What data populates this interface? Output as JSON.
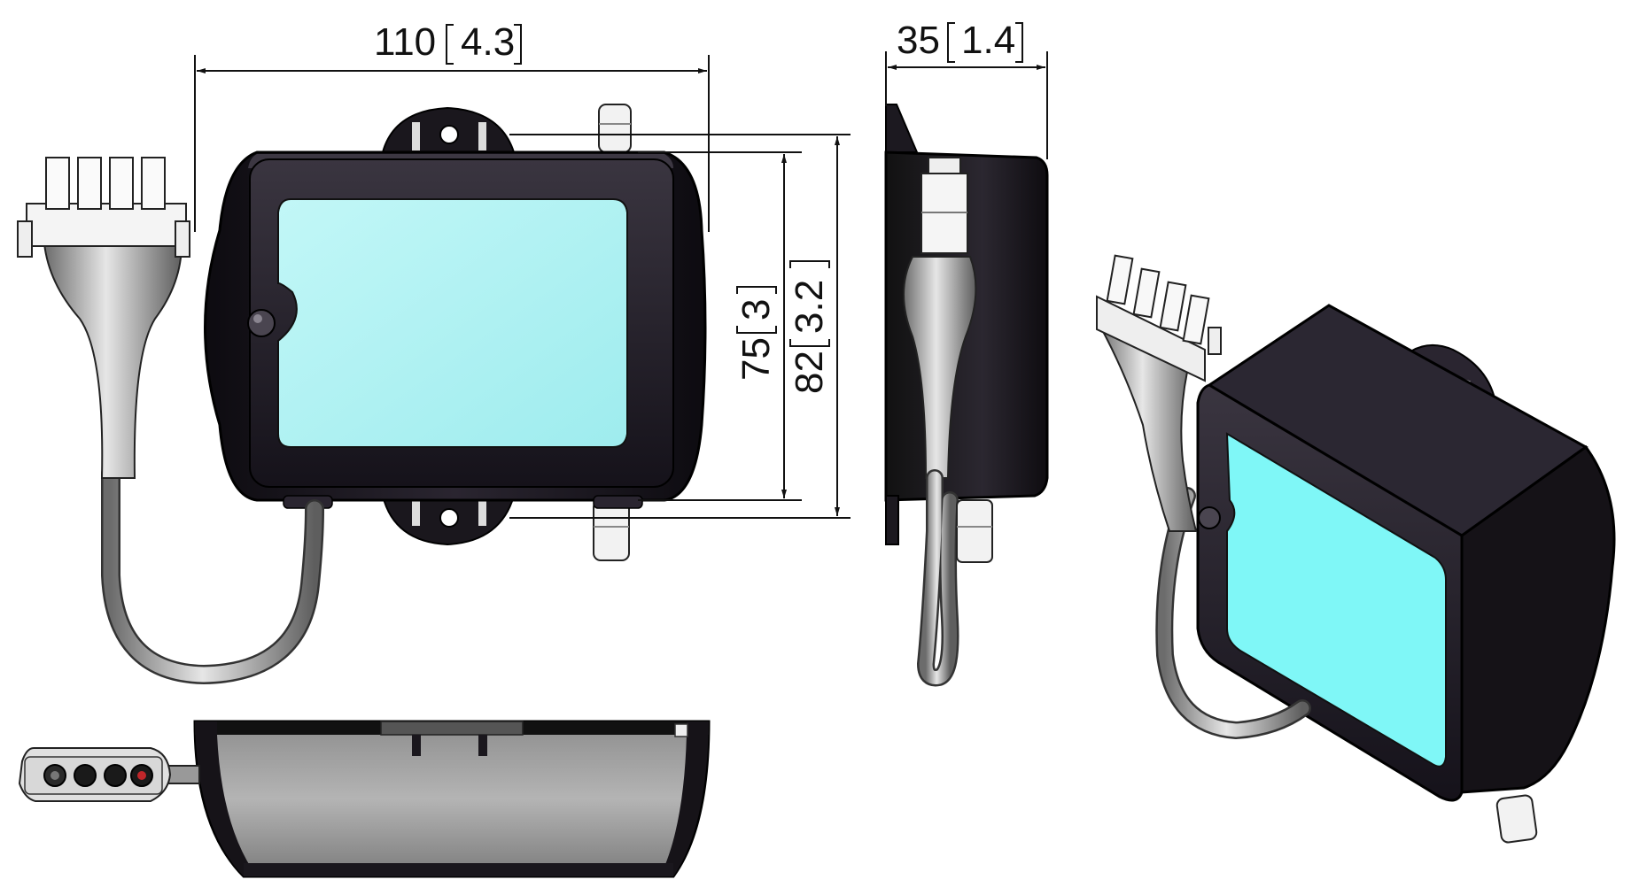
{
  "dimensions": {
    "width_front": {
      "value": "110",
      "inch": "4.3"
    },
    "depth_side": {
      "value": "35",
      "inch": "1.4"
    },
    "height_inner": {
      "value": "75",
      "inch": "3"
    },
    "height_outer": {
      "value": "82",
      "inch": "3.2"
    }
  },
  "colors": {
    "housing": "#1e1a22",
    "window": "#a8f2f2",
    "window_3d": "#7ff7f7",
    "cable": "#9a9a9a",
    "bottom_face": "#a6a6a6",
    "line": "#111111"
  }
}
